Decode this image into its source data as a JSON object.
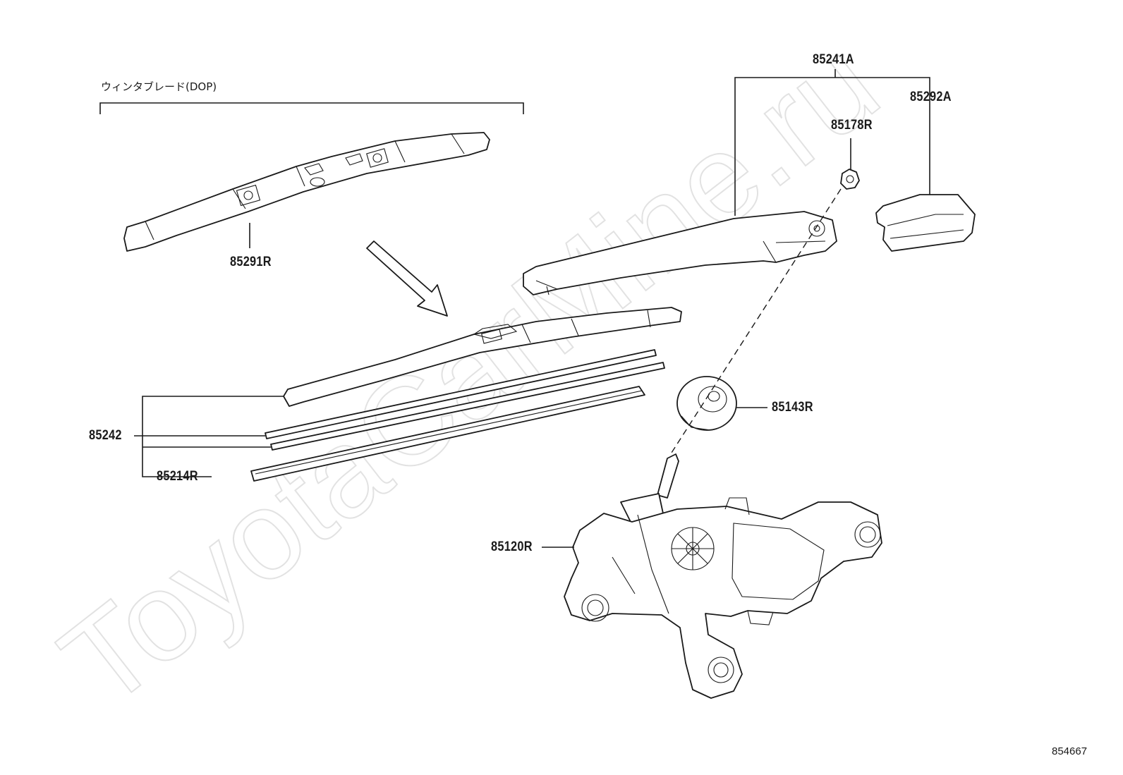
{
  "diagram": {
    "note_label": "ウィンタブレード(DOP)",
    "parts": [
      {
        "id": "85241A"
      },
      {
        "id": "85292A"
      },
      {
        "id": "85178R"
      },
      {
        "id": "85291R"
      },
      {
        "id": "85143R"
      },
      {
        "id": "85242"
      },
      {
        "id": "85214R"
      },
      {
        "id": "85120R"
      }
    ],
    "figure_id": "854667",
    "watermark": "ToyotaCarMine.ru"
  }
}
